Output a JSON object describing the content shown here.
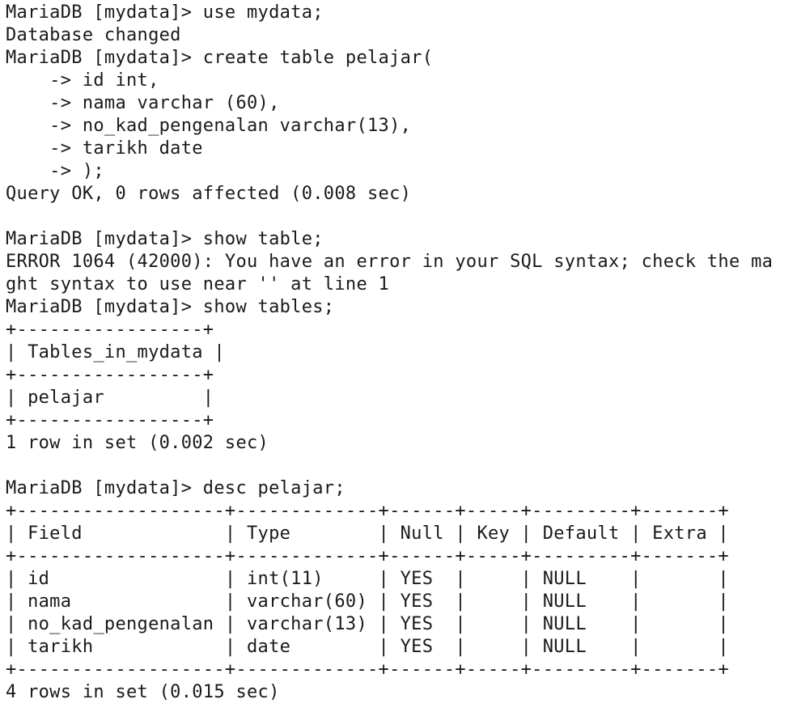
{
  "terminal": {
    "lines": [
      "MariaDB [mydata]> use mydata;",
      "Database changed",
      "MariaDB [mydata]> create table pelajar(",
      "    -> id int,",
      "    -> nama varchar (60),",
      "    -> no_kad_pengenalan varchar(13),",
      "    -> tarikh date",
      "    -> );",
      "Query OK, 0 rows affected (0.008 sec)",
      "",
      "MariaDB [mydata]> show table;",
      "ERROR 1064 (42000): You have an error in your SQL syntax; check the ma",
      "ght syntax to use near '' at line 1",
      "MariaDB [mydata]> show tables;",
      "+-----------------+",
      "| Tables_in_mydata |",
      "+-----------------+",
      "| pelajar         |",
      "+-----------------+",
      "1 row in set (0.002 sec)",
      "",
      "MariaDB [mydata]> desc pelajar;",
      "+-------------------+-------------+------+-----+---------+-------+",
      "| Field             | Type        | Null | Key | Default | Extra |",
      "+-------------------+-------------+------+-----+---------+-------+",
      "| id                | int(11)     | YES  |     | NULL    |       |",
      "| nama              | varchar(60) | YES  |     | NULL    |       |",
      "| no_kad_pengenalan | varchar(13) | YES  |     | NULL    |       |",
      "| tarikh            | date        | YES  |     | NULL    |       |",
      "+-------------------+-------------+------+-----+---------+-------+",
      "4 rows in set (0.015 sec)"
    ]
  }
}
